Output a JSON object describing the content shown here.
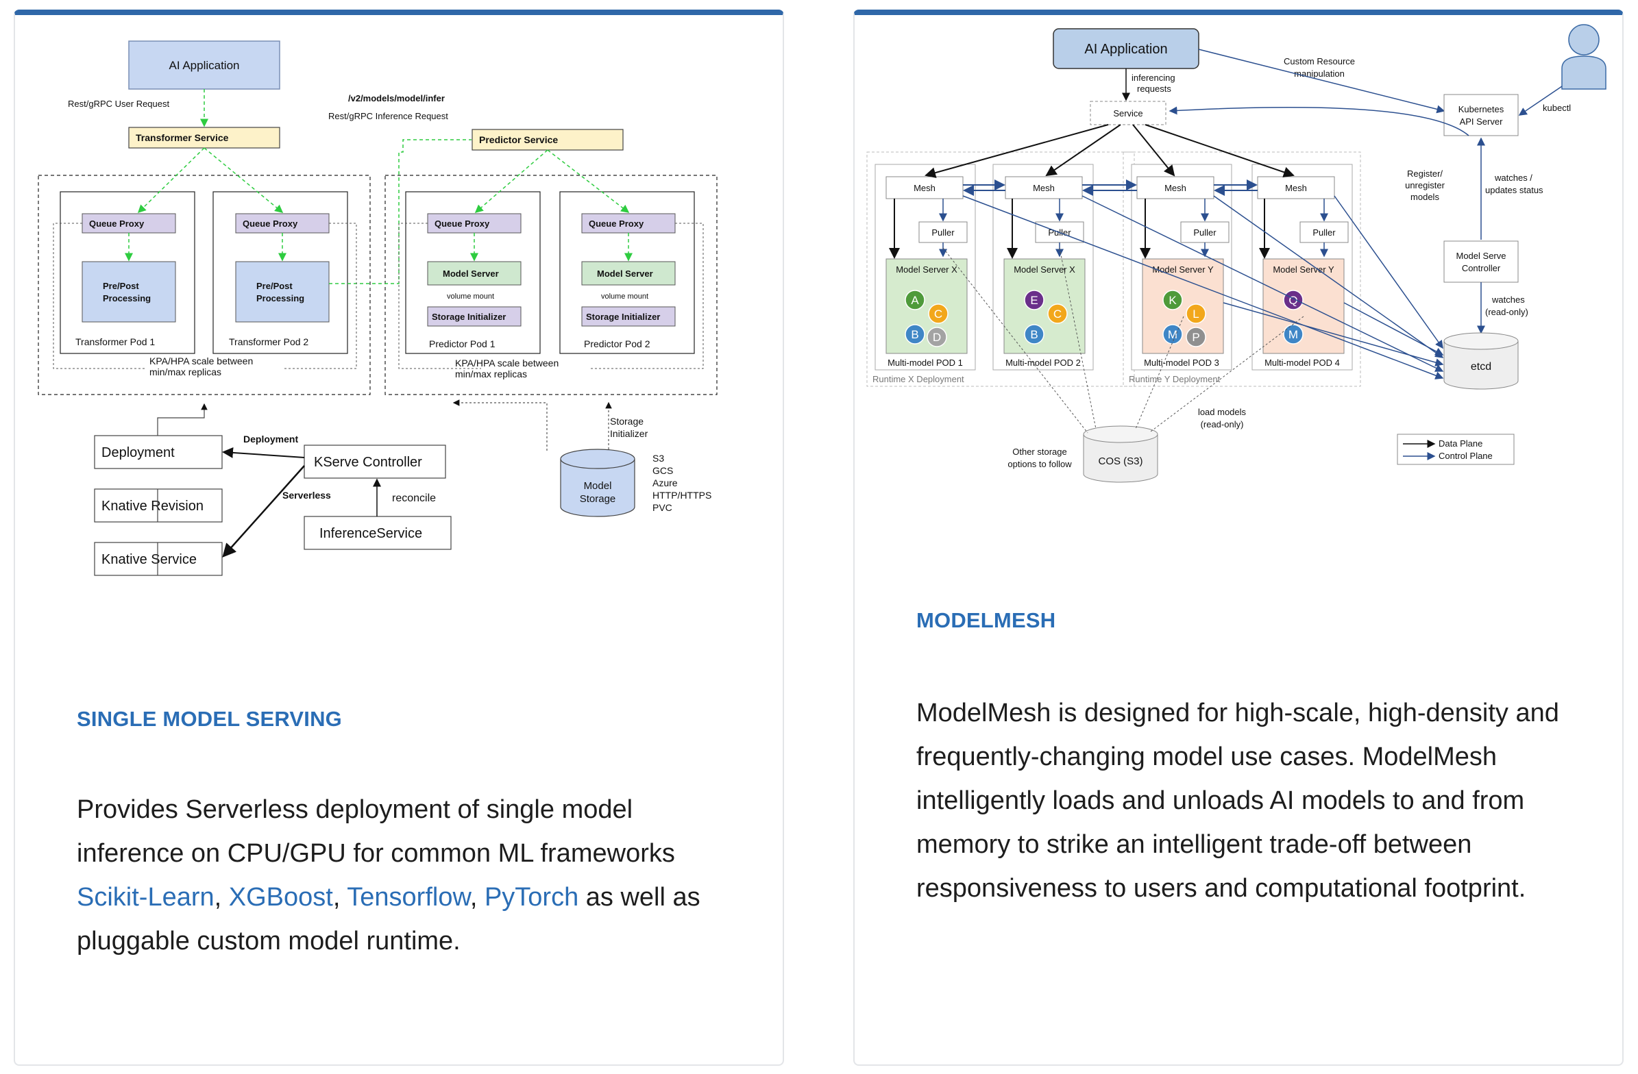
{
  "single": {
    "heading": "SINGLE MODEL SERVING",
    "desc_part1": "Provides Serverless deployment of single model inference on CPU/GPU for common ML frameworks ",
    "links": [
      "Scikit-Learn",
      "XGBoost",
      "Tensorflow",
      "PyTorch"
    ],
    "sep": ", ",
    "desc_part2": " as well as pluggable custom model runtime.",
    "diagram": {
      "ai_app": "AI Application",
      "user_request": "Rest/gRPC User Request",
      "transformer_service": "Transformer Service",
      "infer_path": "/v2/models/model/infer",
      "inference_request": "Rest/gRPC Inference Request",
      "predictor_service": "Predictor Service",
      "queue_proxy": "Queue Proxy",
      "pre_post_1": "Pre/Post",
      "pre_post_2": "Processing",
      "transformer_pod_1": "Transformer Pod 1",
      "transformer_pod_2": "Transformer Pod 2",
      "model_server": "Model Server",
      "volume_mount": "volume mount",
      "storage_initializer": "Storage Initializer",
      "predictor_pod_1": "Predictor Pod 1",
      "predictor_pod_2": "Predictor Pod 2",
      "kpa_1": "KPA/HPA scale between",
      "kpa_2": "min/max replicas",
      "deployment": "Deployment",
      "deployment_label": "Deployment",
      "kserve_controller": "KServe Controller",
      "serverless": "Serverless",
      "reconcile": "reconcile",
      "knative_revision": "Knative Revision",
      "knative_service": "Knative Service",
      "inference_service": "InferenceService",
      "storage_init_1": "Storage",
      "storage_init_2": "Initializer",
      "model_storage_1": "Model",
      "model_storage_2": "Storage",
      "storage_options": [
        "S3",
        "GCS",
        "Azure",
        "HTTP/HTTPS",
        "PVC"
      ]
    }
  },
  "modelmesh": {
    "heading": "MODELMESH",
    "desc": "ModelMesh is designed for high-scale, high-density and frequently-changing model use cases. ModelMesh intelligently loads and unloads AI models to and from memory to strike an intelligent trade-off between responsiveness to users and computational footprint.",
    "diagram": {
      "ai_app": "AI Application",
      "inferencing_1": "inferencing",
      "inferencing_2": "requests",
      "service": "Service",
      "custom_resource_1": "Custom Resource",
      "custom_resource_2": "manipulation",
      "k8s_1": "Kubernetes",
      "k8s_2": "API Server",
      "kubectl": "kubectl",
      "register_1": "Register/",
      "register_2": "unregister",
      "register_3": "models",
      "watches_updates_1": "watches /",
      "watches_updates_2": "updates status",
      "msc_1": "Model Serve",
      "msc_2": "Controller",
      "watches_ro_1": "watches",
      "watches_ro_2": "(read-only)",
      "etcd": "etcd",
      "mesh": "Mesh",
      "puller": "Puller",
      "ms_x": "Model Server X",
      "ms_y": "Model Server Y",
      "pods": [
        "Multi-model POD 1",
        "Multi-model POD 2",
        "Multi-model POD 3",
        "Multi-model POD 4"
      ],
      "runtime_x": "Runtime X Deployment",
      "runtime_y": "Runtime Y Deployment",
      "cos": "COS (S3)",
      "other_storage_1": "Other storage",
      "other_storage_2": "options to follow",
      "load_models_1": "load models",
      "load_models_2": "(read-only)",
      "data_plane": "Data Plane",
      "control_plane": "Control Plane",
      "models": {
        "pod1": [
          "A",
          "C",
          "B",
          "D"
        ],
        "pod2": [
          "E",
          "C",
          "B"
        ],
        "pod3": [
          "K",
          "L",
          "M",
          "P"
        ],
        "pod4": [
          "Q",
          "M"
        ]
      },
      "colors": {
        "A": "#4e9a3a",
        "C": "#f2a71b",
        "B": "#3f86c6",
        "D": "#a3a3a3",
        "E": "#6a2f8a",
        "K": "#4e9a3a",
        "L": "#f2a71b",
        "M": "#3f86c6",
        "P": "#8f8f8f",
        "Q": "#6a2f8a"
      }
    }
  }
}
